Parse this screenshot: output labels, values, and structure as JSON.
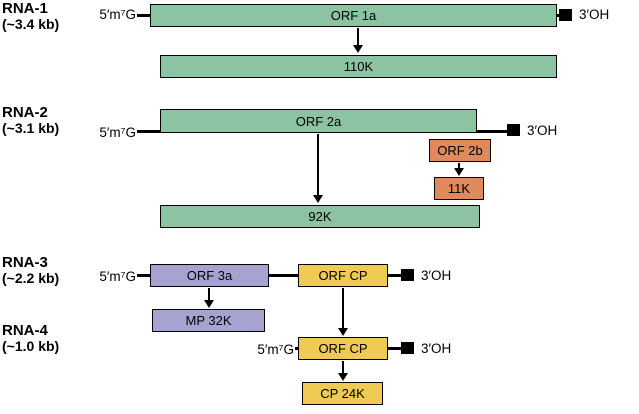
{
  "diagram": {
    "rna1": {
      "label": "RNA-1",
      "size": "(~3.4 kb)",
      "cap": "5′m⁷G",
      "tail": "3′OH",
      "orf1a": "ORF 1a",
      "product_110k": "110K"
    },
    "rna2": {
      "label": "RNA-2",
      "size": "(~3.1 kb)",
      "cap": "5′m⁷G",
      "tail": "3′OH",
      "orf2a": "ORF 2a",
      "orf2b": "ORF 2b",
      "product_11k": "11K",
      "product_92k": "92K"
    },
    "rna3": {
      "label": "RNA-3",
      "size": "(~2.2 kb)",
      "cap": "5′m⁷G",
      "tail": "3′OH",
      "orf3a": "ORF 3a",
      "orfcp": "ORF CP",
      "product_mp32k": "MP 32K"
    },
    "rna4": {
      "label": "RNA-4",
      "size": "(~1.0 kb)",
      "cap": "5′m⁷G",
      "tail": "3′OH",
      "orfcp": "ORF CP",
      "product_cp24k": "CP 24K"
    },
    "colors": {
      "orf_green": "#8CC3A2",
      "orf_orange": "#E08A5C",
      "orf_purple": "#A7A3D1",
      "orf_yellow": "#EFCA55",
      "backbone_black": "#000000"
    }
  }
}
